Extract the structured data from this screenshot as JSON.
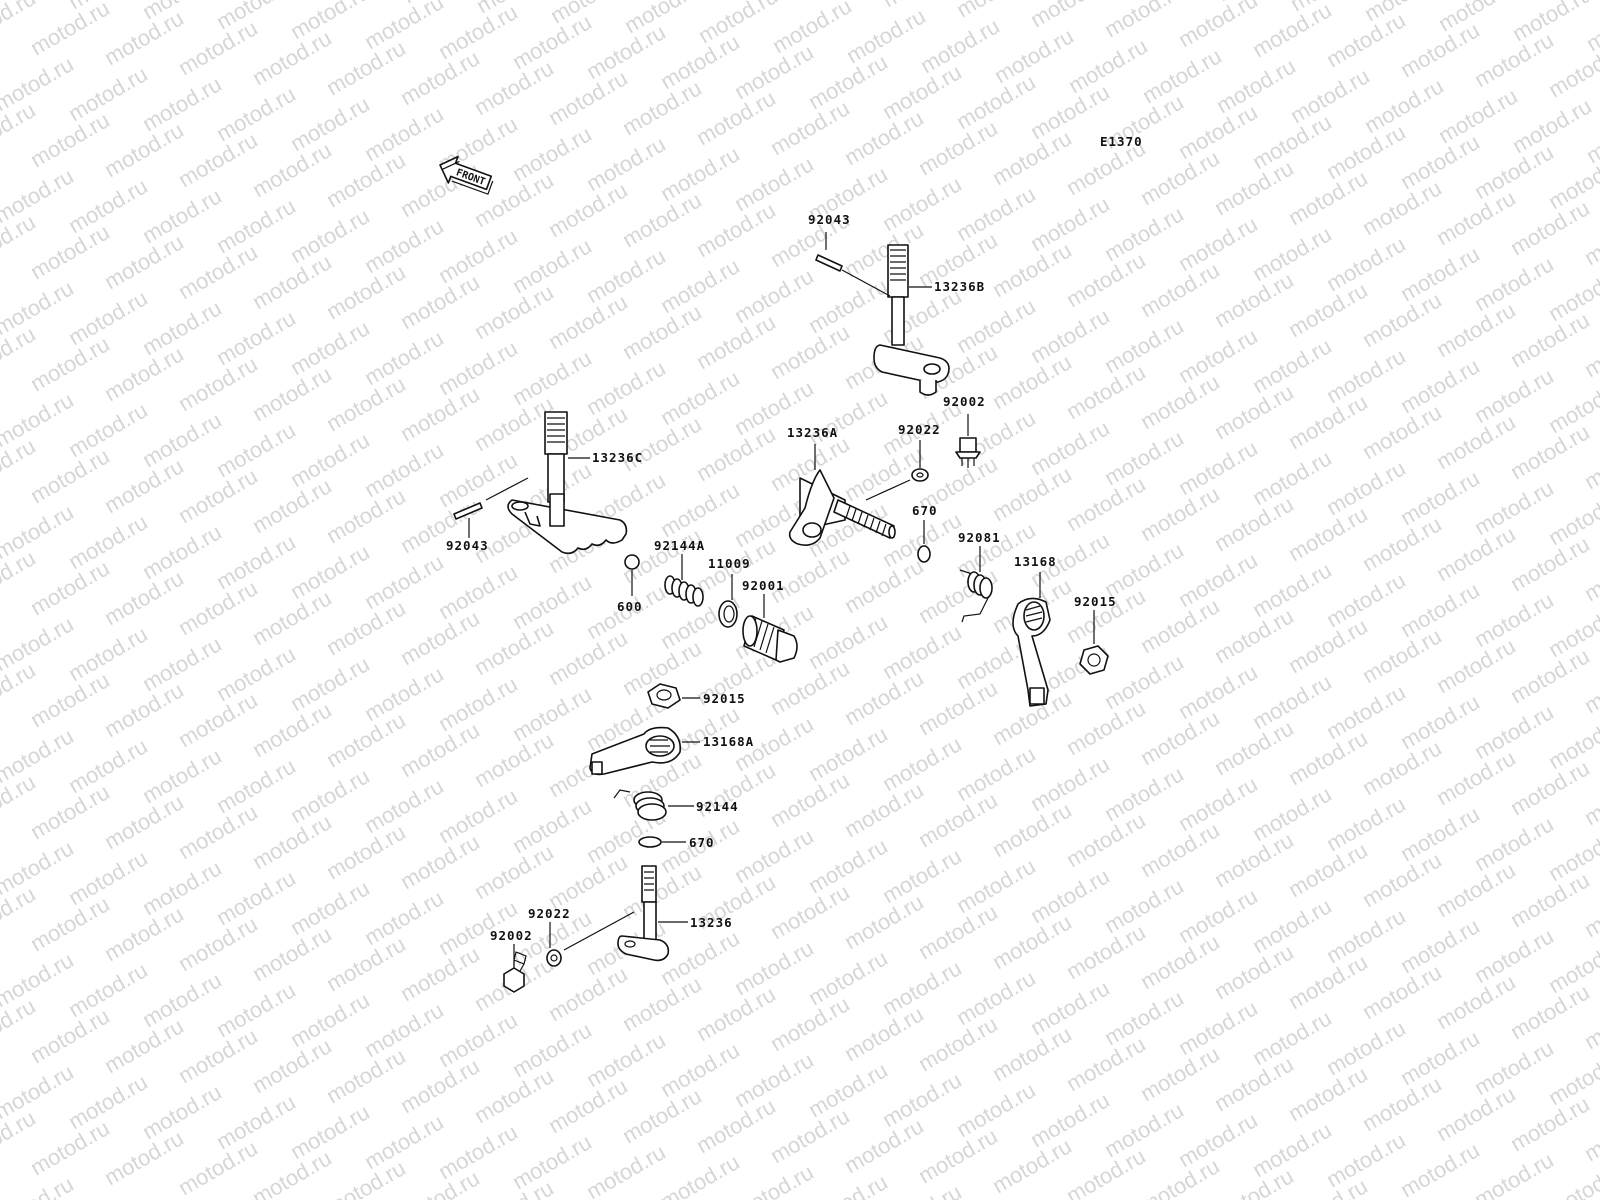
{
  "diagram": {
    "code": "E1370",
    "front_label": "FRONT",
    "watermark": "motod.ru"
  },
  "parts": {
    "p92043_top": "92043",
    "p13236B": "13236B",
    "p92002_top": "92002",
    "p92022_top": "92022",
    "p13236A": "13236A",
    "p670_top": "670",
    "p13236C": "13236C",
    "p92043_left": "92043",
    "p92144A": "92144A",
    "p11009": "11009",
    "p92001": "92001",
    "p600": "600",
    "p92081": "92081",
    "p13168": "13168",
    "p92015_right": "92015",
    "p92015_mid": "92015",
    "p13168A": "13168A",
    "p92144": "92144",
    "p670_bottom": "670",
    "p13236": "13236",
    "p92022_bottom": "92022",
    "p92002_bottom": "92002"
  }
}
